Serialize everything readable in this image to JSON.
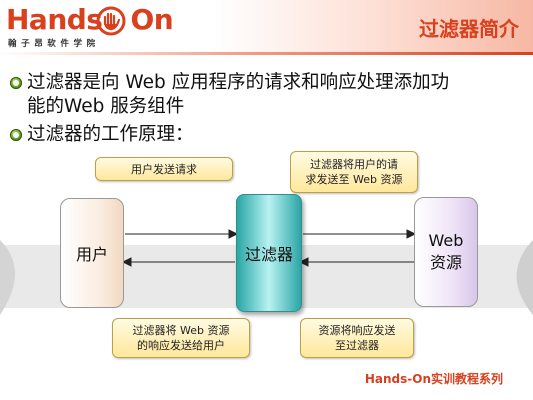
{
  "logo": {
    "brand": "Hands On",
    "brand_part1": "Hands",
    "brand_part2": "On",
    "subtitle": "翰子昂软件学院"
  },
  "slide": {
    "title": "过滤器简介"
  },
  "bullets": [
    {
      "line1": "过滤器是向 Web 应用程序的请求和响应处理添加功",
      "line2": "能的Web 服务组件"
    },
    {
      "line1": "过滤器的工作原理："
    }
  ],
  "diagram": {
    "tags": {
      "user_request": "用户发送请求",
      "filter_forward_line1": "过滤器将用户的请",
      "filter_forward_line2": "求发送至 Web 资源",
      "filter_response_line1": "过滤器将 Web 资源",
      "filter_response_line2": "的响应发送给用户",
      "resource_response_line1": "资源将响应发送",
      "resource_response_line2": "至过滤器"
    },
    "nodes": {
      "user": "用户",
      "filter": "过滤器",
      "web_line1": "Web",
      "web_line2": "资源"
    }
  },
  "footer": {
    "text": "Hands-On实训教程系列"
  },
  "colors": {
    "brand_red": "#d8401e",
    "bullet_green": "#5e9a1a",
    "filter_teal": "#2aa6a6",
    "note_yellow": "#ffe89b"
  }
}
